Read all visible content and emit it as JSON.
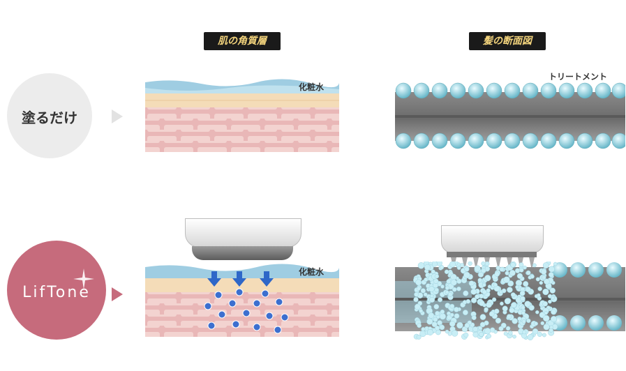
{
  "headers": {
    "skin": "肌の角質層",
    "hair": "髪の断面図"
  },
  "rows": {
    "top_label": "塗るだけ",
    "bottom_label": "LifTone"
  },
  "labels": {
    "skin_top": "化粧水",
    "skin_bottom": "化粧水",
    "hair_top": "トリートメント"
  },
  "colors": {
    "arrow_top": "#e2e2e2",
    "arrow_bottom": "#c66b7c",
    "brand": "#c66b7c",
    "badge_bg": "#1a1a1a",
    "badge_text": "#f2d37c"
  }
}
